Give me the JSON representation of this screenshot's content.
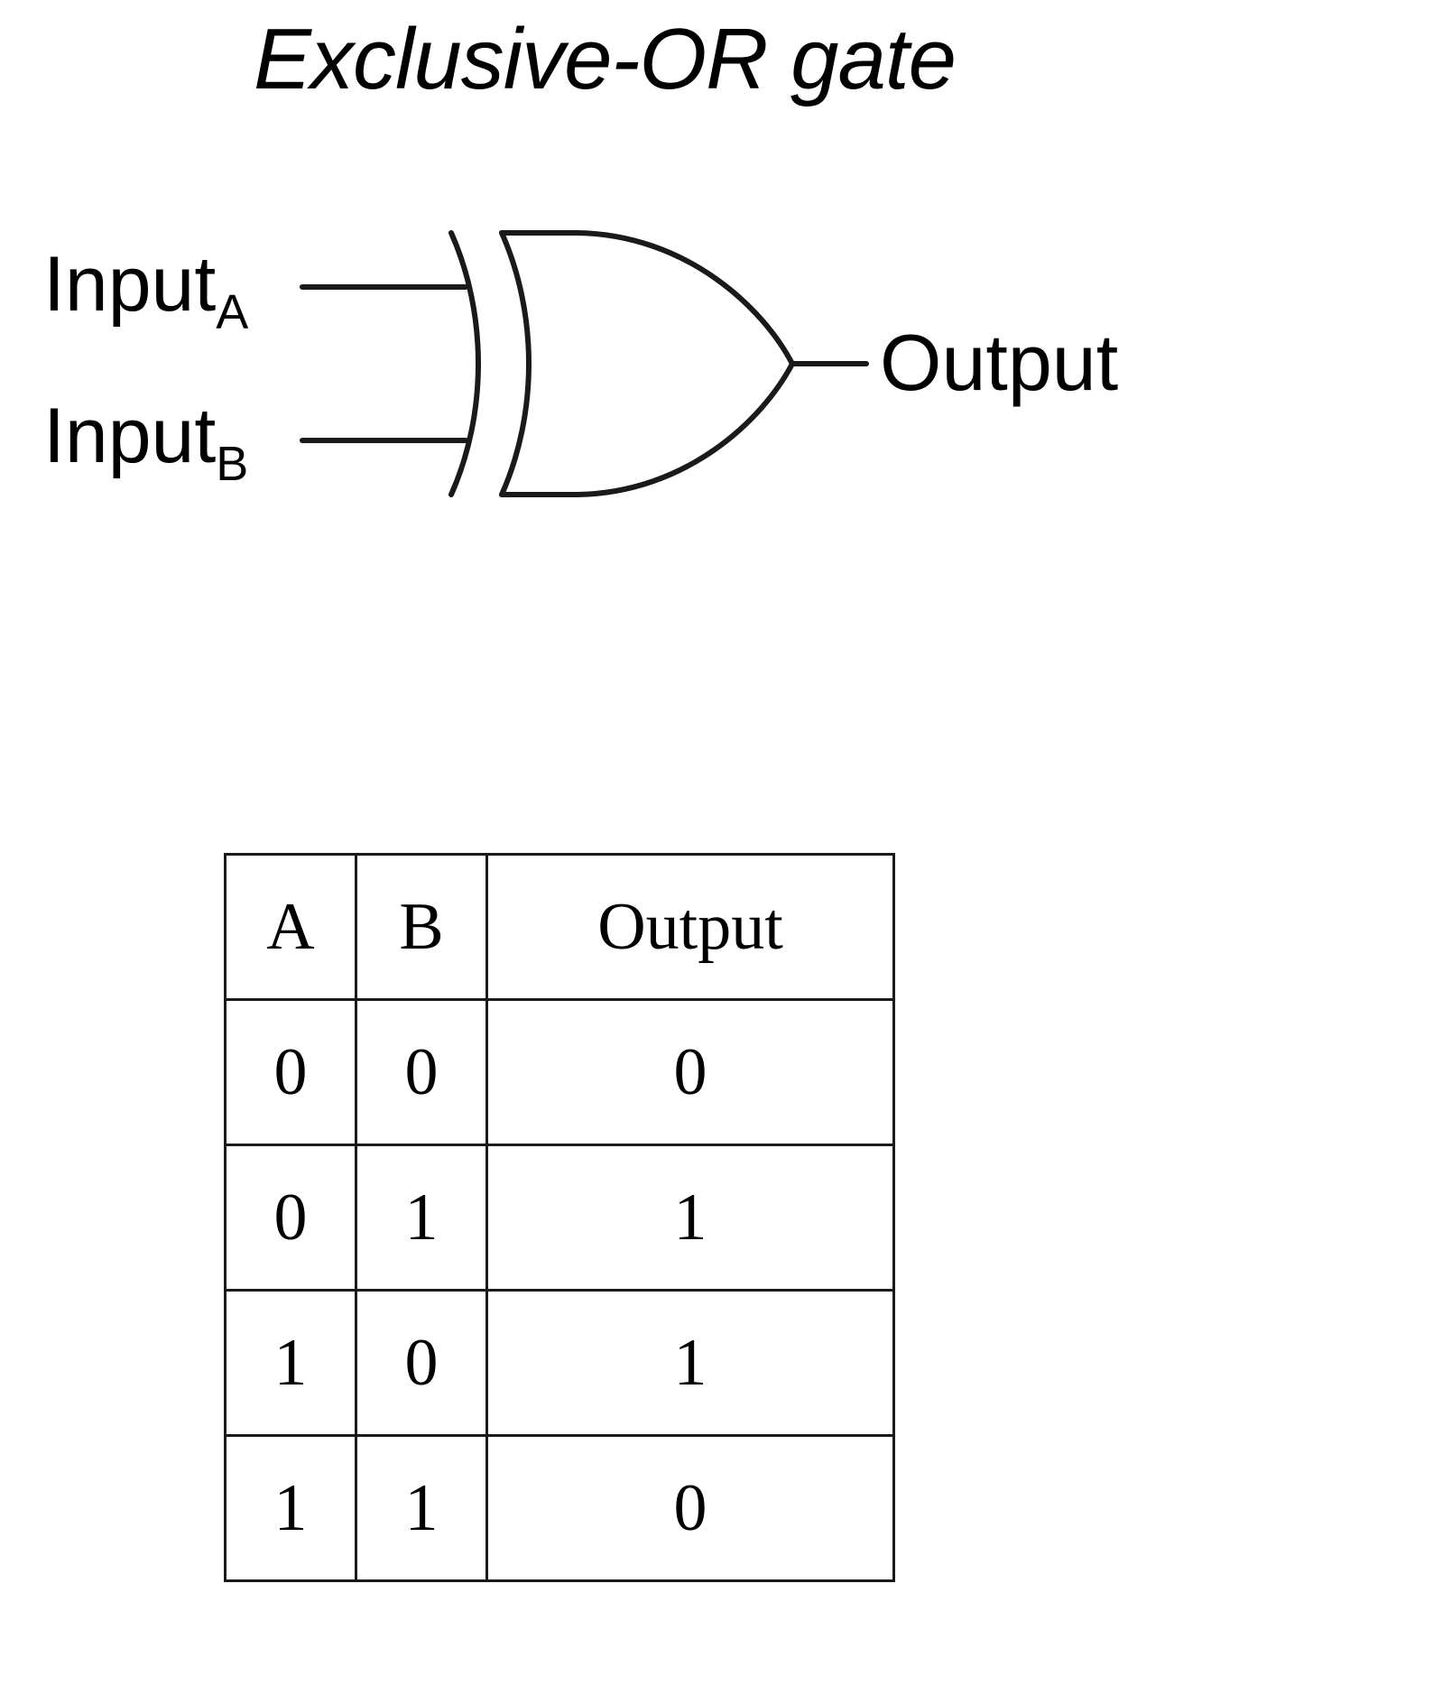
{
  "title": "Exclusive-OR gate",
  "diagram": {
    "name": "xor-gate-symbol",
    "inputs": [
      {
        "text": "Input",
        "subscript": "A"
      },
      {
        "text": "Input",
        "subscript": "B"
      }
    ],
    "output_label": "Output",
    "line_color": "#1a1a1a"
  },
  "truth_table": {
    "columns": [
      "A",
      "B",
      "Output"
    ],
    "rows": [
      [
        "0",
        "0",
        "0"
      ],
      [
        "0",
        "1",
        "1"
      ],
      [
        "1",
        "0",
        "1"
      ],
      [
        "1",
        "1",
        "0"
      ]
    ]
  }
}
